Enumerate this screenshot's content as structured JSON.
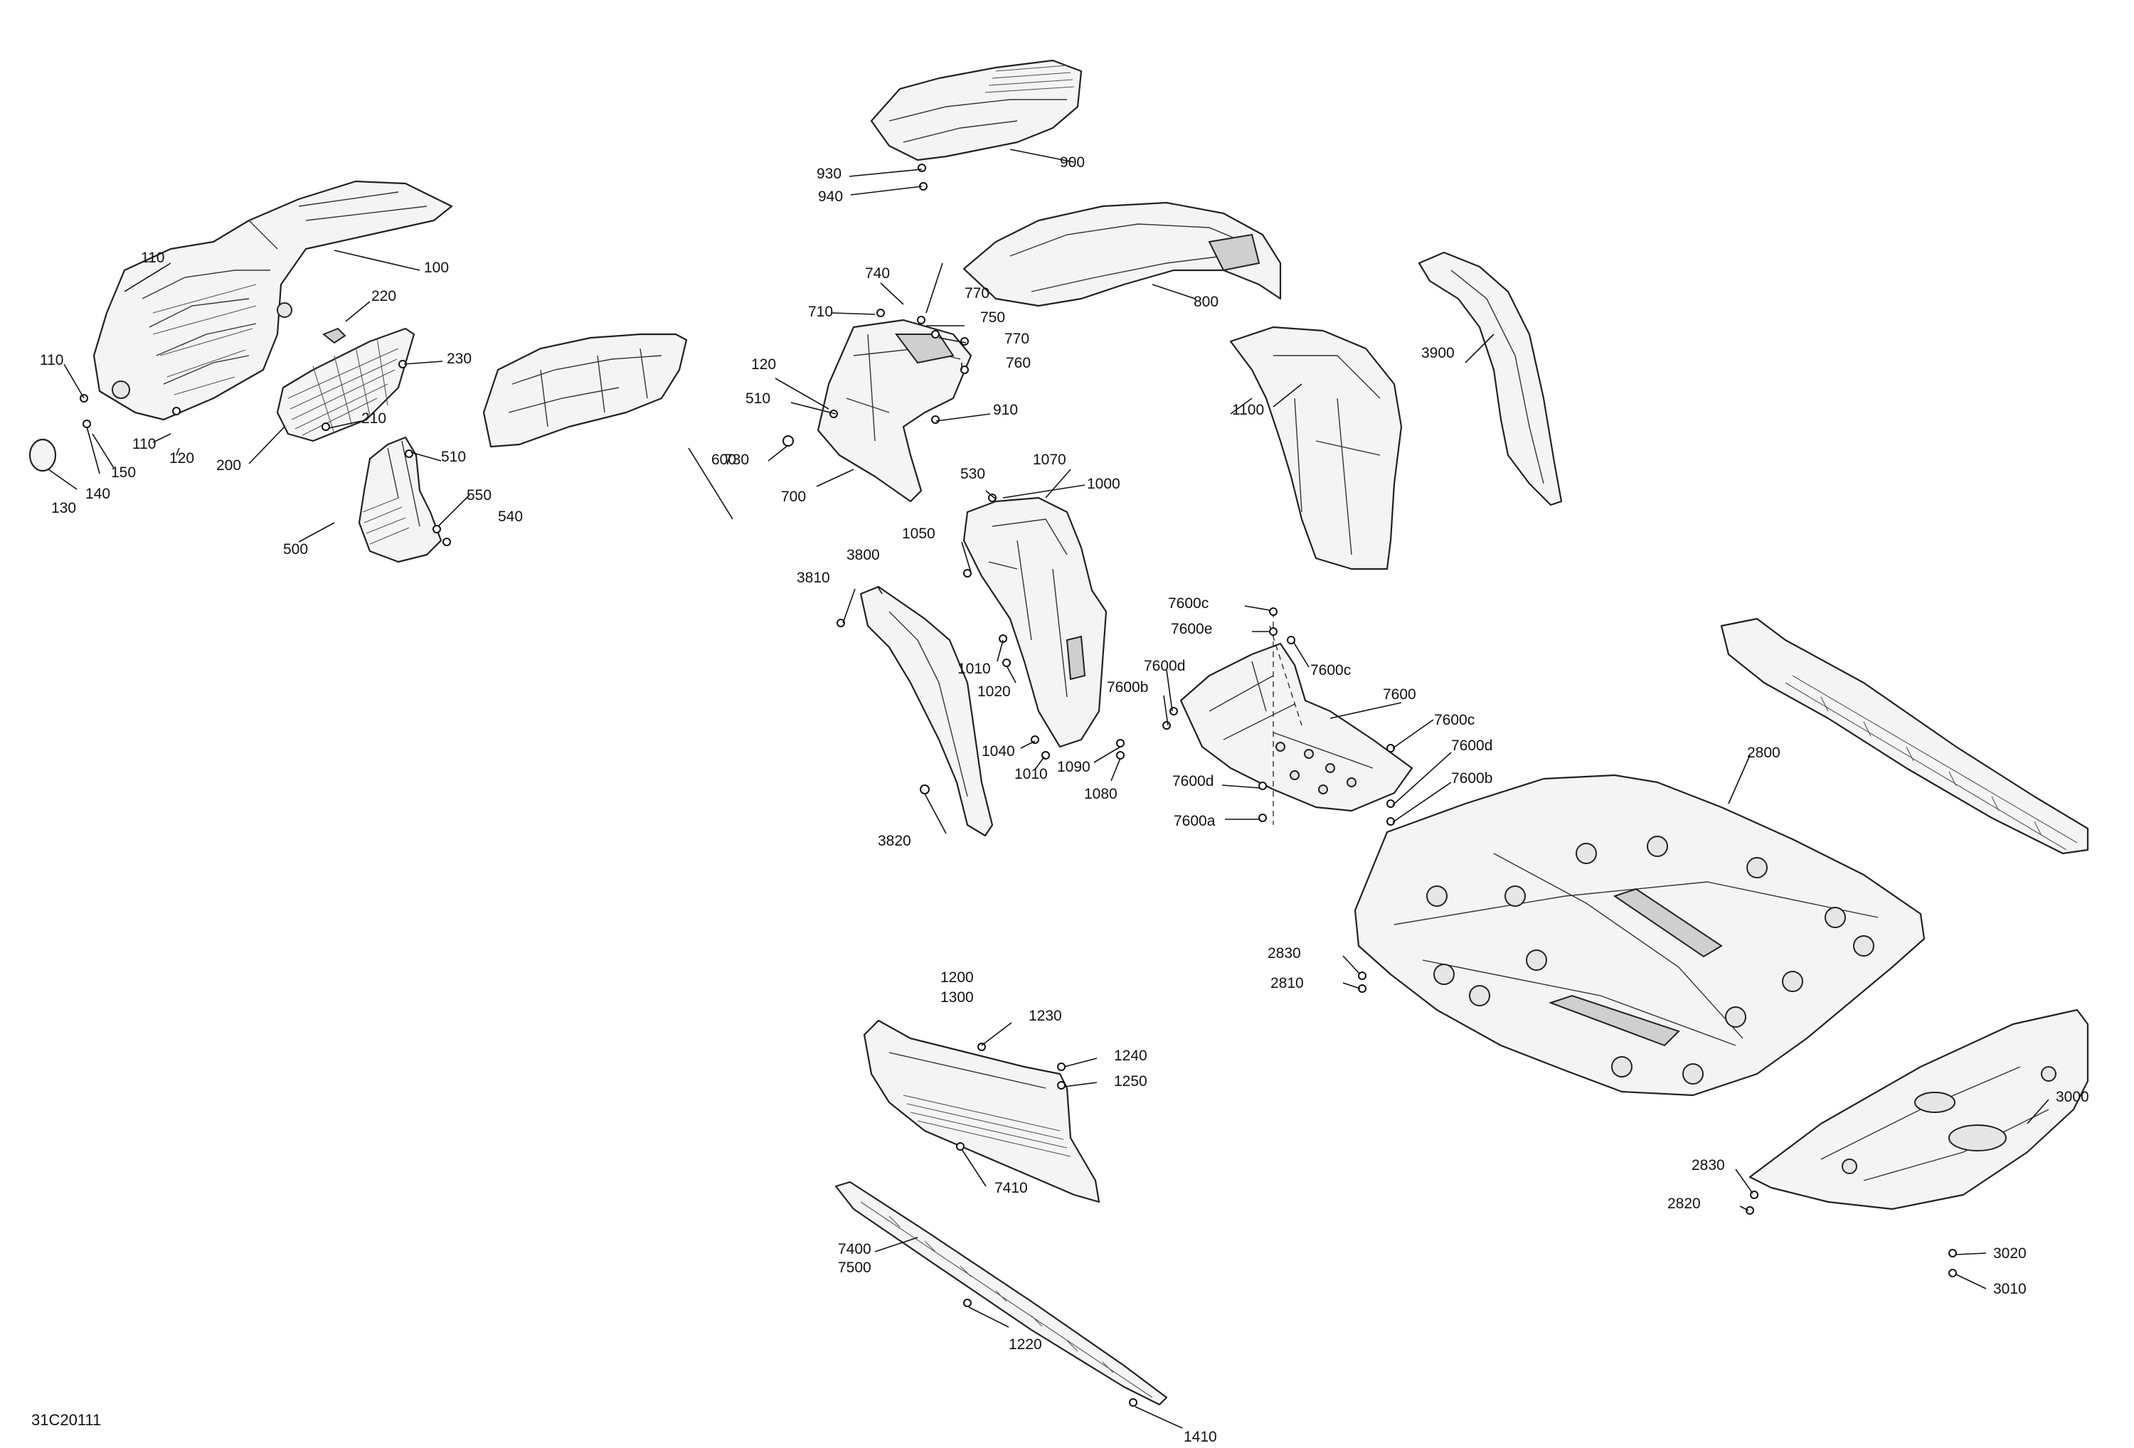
{
  "diagram": {
    "code": "31C20111",
    "labels": {
      "p100": "100",
      "p110a": "110",
      "p110b": "110",
      "p110c": "110",
      "p120a": "120",
      "p120b": "120",
      "p130": "130",
      "p140": "140",
      "p150": "150",
      "p200": "200",
      "p210": "210",
      "p220": "220",
      "p230": "230",
      "p500": "500",
      "p510a": "510",
      "p510b": "510",
      "p530": "530",
      "p540": "540",
      "p550": "550",
      "p600": "600",
      "p700": "700",
      "p710": "710",
      "p730": "730",
      "p740": "740",
      "p750": "750",
      "p760": "760",
      "p770a": "770",
      "p770b": "770",
      "p800": "800",
      "p900": "900",
      "p910": "910",
      "p930": "930",
      "p940": "940",
      "p1000": "1000",
      "p1010a": "1010",
      "p1010b": "1010",
      "p1020": "1020",
      "p1040": "1040",
      "p1050": "1050",
      "p1070": "1070",
      "p1080": "1080",
      "p1090": "1090",
      "p1100": "1100",
      "p1200": "1200",
      "p1300": "1300",
      "p1220": "1220",
      "p1230": "1230",
      "p1240": "1240",
      "p1250": "1250",
      "p1410": "1410",
      "p2800": "2800",
      "p2810": "2810",
      "p2820": "2820",
      "p2830a": "2830",
      "p2830b": "2830",
      "p3000": "3000",
      "p3010": "3010",
      "p3020": "3020",
      "p3800": "3800",
      "p3810": "3810",
      "p3820": "3820",
      "p3900": "3900",
      "p7400": "7400",
      "p7500": "7500",
      "p7410": "7410",
      "p7600": "7600",
      "p7600a": "7600a",
      "p7600b1": "7600b",
      "p7600b2": "7600b",
      "p7600c1": "7600c",
      "p7600c2": "7600c",
      "p7600c3": "7600c",
      "p7600d1": "7600d",
      "p7600d2": "7600d",
      "p7600d3": "7600d",
      "p7600e": "7600e"
    }
  }
}
